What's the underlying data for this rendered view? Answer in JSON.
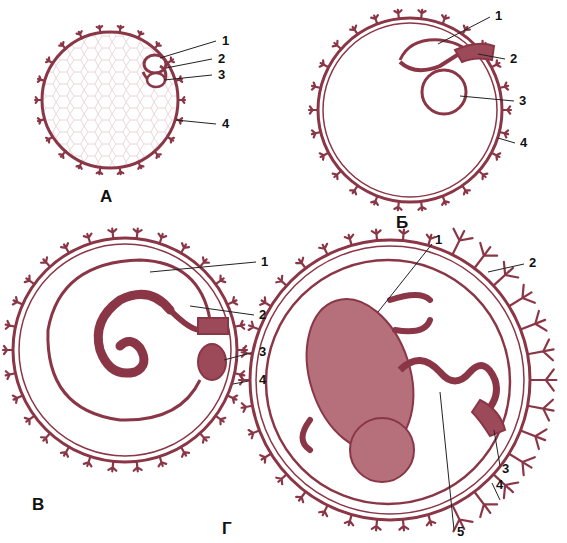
{
  "diagram": {
    "labels": [
      "1",
      "2",
      "3",
      "4",
      "А",
      "1",
      "2",
      "3",
      "4",
      "Б",
      "1",
      "2",
      "3",
      "4",
      "В",
      "1",
      "2",
      "3",
      "4",
      "5",
      "Г"
    ]
  }
}
